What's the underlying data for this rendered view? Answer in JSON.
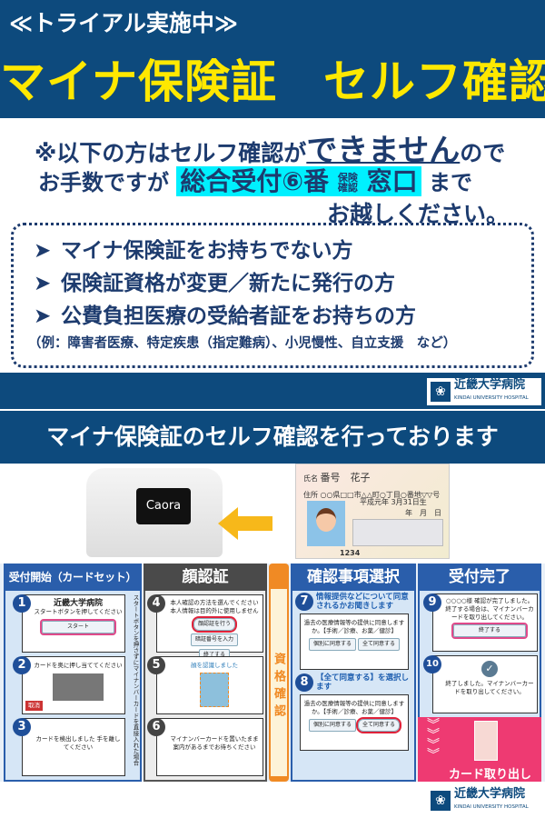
{
  "header": {
    "trial": "≪トライアル実施中≫",
    "title": "マイナ保険証　セルフ確認"
  },
  "notice": {
    "line1_a": "※以下の方はセルフ確認が",
    "line1_b": "できません",
    "line1_c": "ので",
    "line2_a": "お手数ですが",
    "counter": "総合受付⑥番",
    "counter_small_1": "保険",
    "counter_small_2": "確認",
    "counter_b": "窓口",
    "line2_c": "まで",
    "line3": "お越しください。"
  },
  "conditions": {
    "items": [
      "マイナ保険証をお持ちでない方",
      "保険証資格が変更／新たに発行の方",
      "公費負担医療の受給者証をお持ちの方"
    ],
    "note": "（例：障害者医療、特定疾患（指定難病）、小児慢性、自立支援　など）"
  },
  "logo": {
    "name": "近畿大学病院",
    "english": "KINDAI UNIVERSITY HOSPITAL",
    "mark": "❀"
  },
  "banner": "マイナ保険証のセルフ確認を行っております",
  "device": {
    "screen": "Caora"
  },
  "card": {
    "name_label": "氏名",
    "name": "番号　花子",
    "address_label": "住所",
    "address": "○○県□□市△△町○丁目○番地▽▽号",
    "birth": "平成元年 3月31日生",
    "expiry": "年　月　日",
    "number": "1234"
  },
  "flow": {
    "columns": [
      {
        "title": "受付開始（カードセット）",
        "color": "#2a5eab"
      },
      {
        "title": "顔認証",
        "color": "#4a4a4a"
      },
      {
        "title": "資格確認",
        "color": "#f08a24"
      },
      {
        "title": "確認事項選択",
        "color": "#2a5eab"
      },
      {
        "title": "受付完了",
        "color": "#2a5eab"
      }
    ],
    "steps": {
      "s1": {
        "num": "1",
        "title": "近畿大学病院",
        "text": "スタートボタンを押してください",
        "button": "スタート"
      },
      "s2": {
        "num": "2",
        "text": "カードを奥に押し当ててください",
        "cancel": "取消"
      },
      "s3": {
        "num": "3",
        "text": "カードを検出しました 手を離してください"
      },
      "side": "スタートボタンを押さずにマイナンバーカードを直接入れた場合",
      "s4": {
        "num": "4",
        "text": "本人確認の方法を選んでください 本人情報は目的外に使用しません",
        "button1": "顔認証を行う",
        "button2": "暗証番号を入力",
        "button3": "終了する"
      },
      "s5": {
        "num": "5",
        "text": "顔を認識しました"
      },
      "s6": {
        "num": "6",
        "text": "マイナンバーカードを置いたまま 案内があるまでお待ちください"
      },
      "s7": {
        "num": "7",
        "caption": "情報提供などについて同意されるかお聞きします",
        "text": "過去の医療情報等の提供に同意しますか。【手術／診療、お薬／健診】",
        "button1": "個別に同意する",
        "button2": "全て同意する"
      },
      "s8": {
        "num": "8",
        "caption": "【全て同意する】を選択します",
        "text": "過去の医療情報等の提供に同意しますか。【手術／診療、お薬／健診】",
        "button1": "個別に同意する",
        "button2": "全て同意する"
      },
      "s9": {
        "num": "9",
        "text": "○○○○様 確認が完了しました。終了する場合は、マイナンバーカードを取り出してください。",
        "button": "終了する"
      },
      "s10": {
        "num": "10",
        "text": "終了しました。マイナンバーカードを取り出してください。"
      },
      "eject": "カード取り出し"
    }
  },
  "colors": {
    "navy": "#0d4a7d",
    "yellow": "#ffe800",
    "highlight": "#00f0ff",
    "pink": "#ee3a72"
  }
}
